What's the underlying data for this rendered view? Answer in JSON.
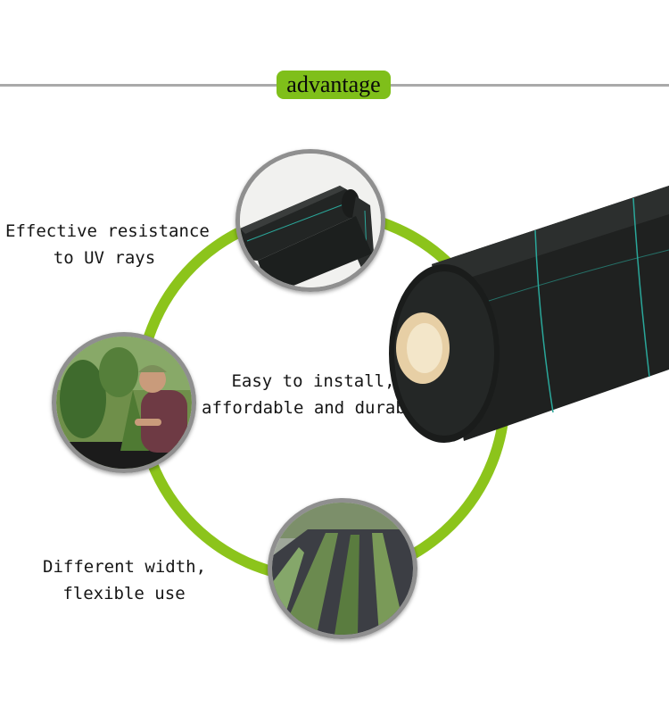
{
  "header": {
    "badge_label": "advantage"
  },
  "features": [
    {
      "lines": [
        "Effective resistance",
        "to UV rays"
      ],
      "photo_icon": "rolled-fabric-icon"
    },
    {
      "lines": [
        "Easy to install,",
        "affordable and durable"
      ],
      "photo_icon": "gardener-icon"
    },
    {
      "lines": [
        "Different width,",
        "flexible use"
      ],
      "photo_icon": "planted-rows-icon"
    }
  ],
  "colors": {
    "accent_green": "#8cc41b",
    "badge_green": "#7fbf1a",
    "fabric_black": "#1c1e1d",
    "stripe_teal": "#2aa79a",
    "core_tan": "#e7cfa5"
  },
  "product": {
    "image": "ground-cover-fabric-roll"
  }
}
